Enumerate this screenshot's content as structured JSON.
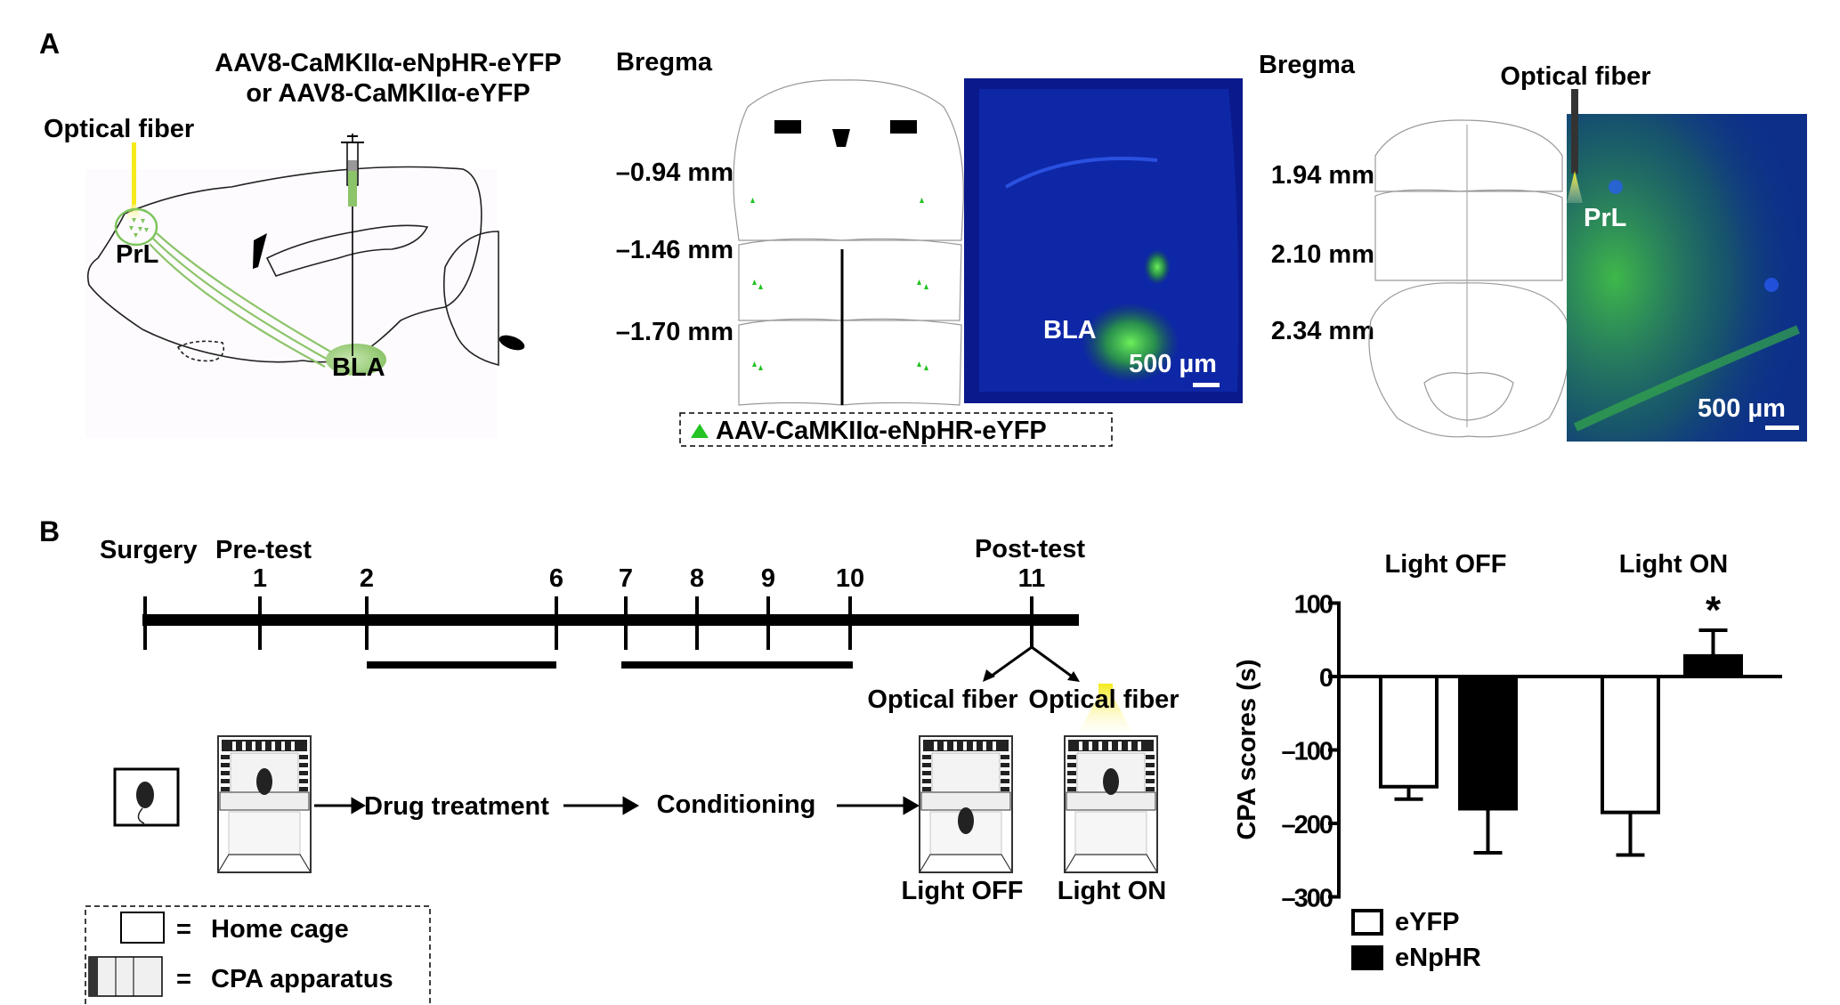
{
  "panel_a": {
    "label": "A",
    "virus_line1": "AAV8-CaMKIIα-eNpHR-eYFP",
    "virus_line2": "or AAV8-CaMKIIα-eYFP",
    "optical_fiber": "Optical fiber",
    "region_prl": "PrL",
    "region_bla": "BLA",
    "bregma_left": {
      "title": "Bregma",
      "levels": [
        "–0.94 mm",
        "–1.46 mm",
        "–1.70 mm"
      ]
    },
    "fluor_left": {
      "label": "BLA",
      "scale": "500 µm"
    },
    "legend_virus": "AAV-CaMKIIα-eNpHR-eYFP",
    "bregma_right": {
      "title": "Bregma",
      "levels": [
        "1.94 mm",
        "2.10 mm",
        "2.34 mm"
      ]
    },
    "fluor_right": {
      "fiber_label": "Optical fiber",
      "label": "PrL",
      "scale": "500 µm"
    },
    "colors": {
      "virus_green": "#22c322",
      "fiber_yellow": "#f5ea1a",
      "dapi_blue": "#0a1a8c"
    }
  },
  "panel_b": {
    "label": "B",
    "timeline": {
      "surgery": "Surgery",
      "pretest": "Pre-test",
      "posttest": "Post-test",
      "days": [
        "1",
        "2",
        "6",
        "7",
        "8",
        "9",
        "10",
        "11"
      ]
    },
    "split_left": "Optical fiber",
    "split_right": "Optical fiber",
    "steps": [
      "Drug treatment",
      "Conditioning"
    ],
    "test_off": "Light OFF",
    "test_on": "Light ON",
    "legend": {
      "eq": "=",
      "home_cage": "Home cage",
      "cpa": "CPA apparatus"
    }
  },
  "chart_data": {
    "type": "bar",
    "title": "",
    "ylabel": "CPA scores (s)",
    "xlabel": "",
    "ylim": [
      -300,
      100
    ],
    "yticks": [
      "100",
      "0",
      "–100",
      "–200",
      "–300"
    ],
    "ytick_values": [
      100,
      0,
      -100,
      -200,
      -300
    ],
    "categories": [
      "Light OFF",
      "Light ON"
    ],
    "series": [
      {
        "name": "eYFP",
        "fill": "#ffffff",
        "values": [
          -150,
          -185
        ],
        "errors": [
          17,
          58
        ]
      },
      {
        "name": "eNpHR",
        "fill": "#000000",
        "values": [
          -180,
          28
        ],
        "errors": [
          60,
          35
        ]
      }
    ],
    "annotations": [
      {
        "category": "Light ON",
        "series": "eNpHR",
        "text": "*"
      }
    ],
    "legend_position": "bottom-left",
    "grid": false
  }
}
